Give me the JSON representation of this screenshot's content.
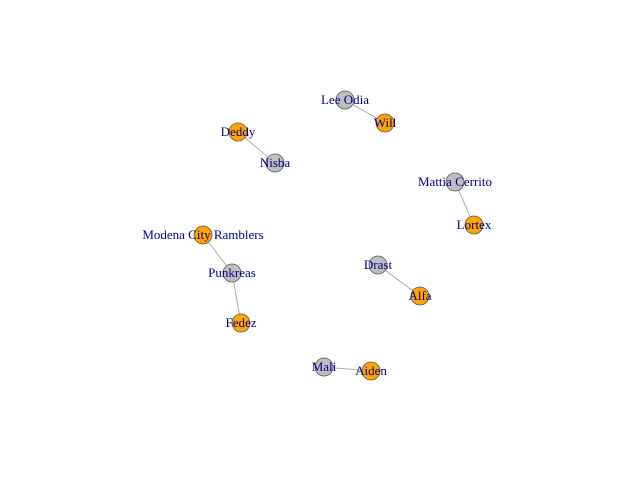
{
  "colors": {
    "group_a": "#FFA500",
    "group_b": "#BEBEBE",
    "label": "#00008B",
    "edge": "#999999"
  },
  "nodes": [
    {
      "id": "lee-odia",
      "label": "Lee Odia",
      "group": "group_b"
    },
    {
      "id": "will",
      "label": "Will",
      "group": "group_a"
    },
    {
      "id": "deddy",
      "label": "Deddy",
      "group": "group_a"
    },
    {
      "id": "nisba",
      "label": "Nisba",
      "group": "group_b"
    },
    {
      "id": "mattia-cerrito",
      "label": "Mattia Cerrito",
      "group": "group_b"
    },
    {
      "id": "lortex",
      "label": "Lortex",
      "group": "group_a"
    },
    {
      "id": "modena-city-ramblers",
      "label": "Modena City Ramblers",
      "group": "group_a"
    },
    {
      "id": "punkreas",
      "label": "Punkreas",
      "group": "group_b"
    },
    {
      "id": "fedez",
      "label": "Fedez",
      "group": "group_a"
    },
    {
      "id": "drast",
      "label": "Drast",
      "group": "group_b"
    },
    {
      "id": "alfa",
      "label": "Alfa",
      "group": "group_a"
    },
    {
      "id": "mali",
      "label": "Mali",
      "group": "group_b"
    },
    {
      "id": "aiden",
      "label": "Aiden",
      "group": "group_a"
    }
  ],
  "edges": [
    {
      "from": "lee-odia",
      "to": "will"
    },
    {
      "from": "deddy",
      "to": "nisba"
    },
    {
      "from": "mattia-cerrito",
      "to": "lortex"
    },
    {
      "from": "modena-city-ramblers",
      "to": "punkreas"
    },
    {
      "from": "punkreas",
      "to": "fedez"
    },
    {
      "from": "drast",
      "to": "alfa"
    },
    {
      "from": "mali",
      "to": "aiden"
    }
  ]
}
